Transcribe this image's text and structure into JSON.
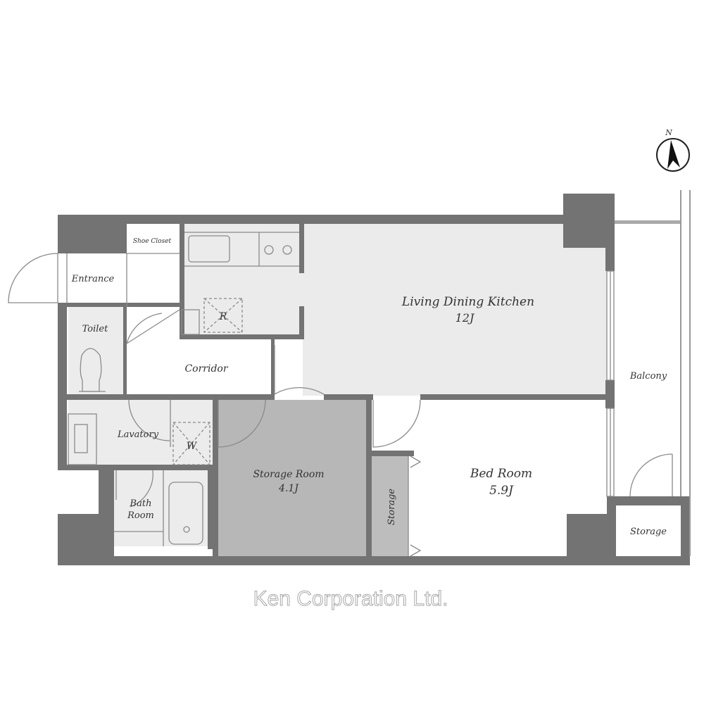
{
  "compass": {
    "label": "N",
    "icon": "north-arrow-icon"
  },
  "rooms": {
    "shoe_closet": "Shoe Closet",
    "entrance": "Entrance",
    "toilet": "Toilet",
    "corridor": "Corridor",
    "lavatory": "Lavatory",
    "washer": "W",
    "refrigerator": "R",
    "bath_line1": "Bath",
    "bath_line2": "Room",
    "ldk_name": "Living Dining Kitchen",
    "ldk_size": "12J",
    "storage_room_name": "Storage Room",
    "storage_room_size": "4.1J",
    "closet_storage": "Storage",
    "bedroom_name": "Bed Room",
    "bedroom_size": "5.9J",
    "balcony": "Balcony",
    "balcony_storage": "Storage"
  },
  "watermark": "Ken Corporation Ltd.",
  "colors": {
    "wall": "#737373",
    "ldk": "#ebebeb",
    "storage_room": "#b7b7b7"
  }
}
